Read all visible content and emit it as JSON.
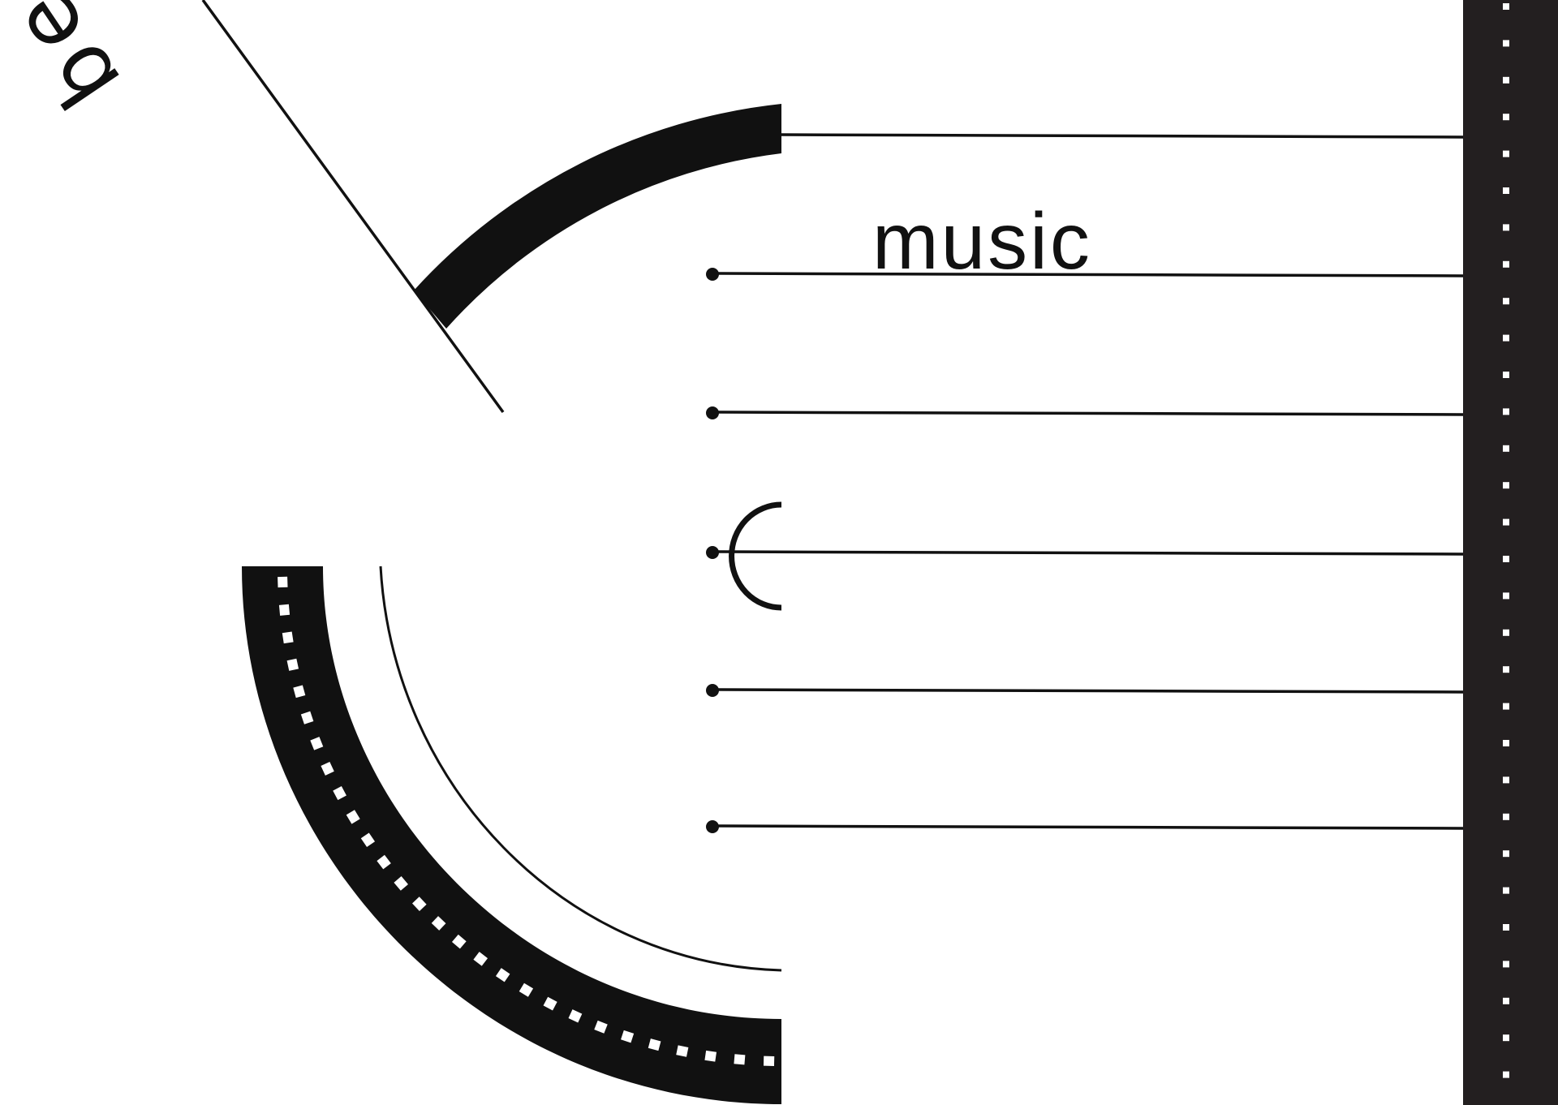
{
  "texts": {
    "word_vertical": "beautiful",
    "word_horizontal": "music"
  },
  "colors": {
    "background": "#ffffff",
    "ink": "#111111",
    "fretboard": "#231f20",
    "fret_marks": "#ffffff"
  },
  "strings": {
    "count": 6,
    "pinned": [
      false,
      true,
      true,
      true,
      true,
      true
    ]
  },
  "icons": {
    "peg": "filled-circle",
    "bridge": "half-ring"
  }
}
